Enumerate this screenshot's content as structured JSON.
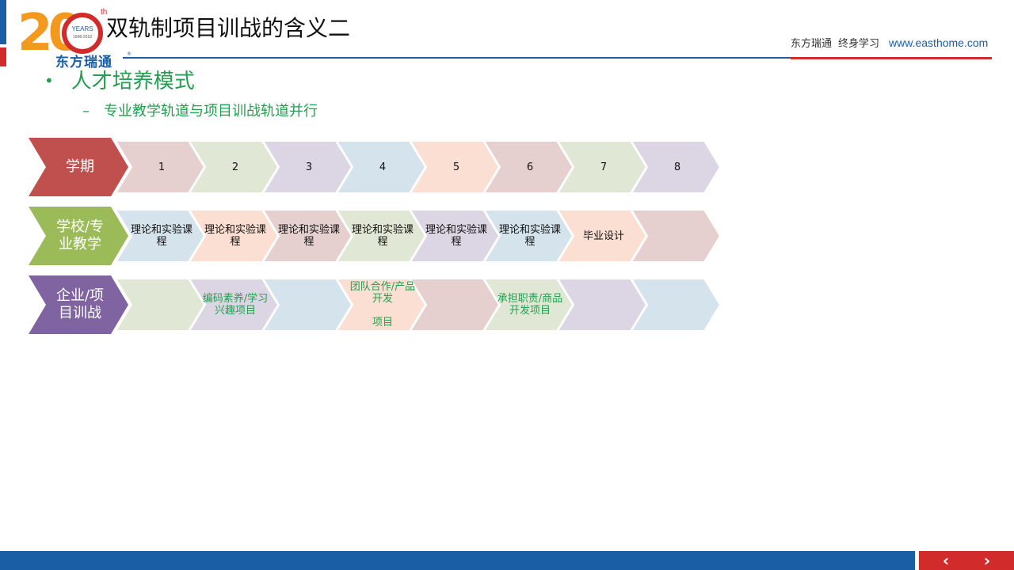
{
  "header": {
    "title": "双轨制项目训战的含义二",
    "company": "东方瑞通",
    "slogan": "终身学习",
    "url": "www.easthome.com"
  },
  "logo": {
    "number": "20",
    "superscript": "th",
    "years": "YEARS",
    "range": "1998-2018",
    "name": "东方瑞通",
    "reg": "®"
  },
  "content": {
    "bullet_l1": "人才培养模式",
    "bullet_l1_marker": "•",
    "bullet_l2": "专业教学轨道与项目训战轨道并行",
    "bullet_l2_marker": "–"
  },
  "diagram": {
    "rows": [
      {
        "header": "学期",
        "header_color": "#c0504d",
        "cells": [
          {
            "text": "1",
            "color": "#e6d0cf"
          },
          {
            "text": "2",
            "color": "#e0e8d5"
          },
          {
            "text": "3",
            "color": "#dcd6e4"
          },
          {
            "text": "4",
            "color": "#d5e4ec"
          },
          {
            "text": "5",
            "color": "#fbdfd2"
          },
          {
            "text": "6",
            "color": "#e6d0cf"
          },
          {
            "text": "7",
            "color": "#e0e8d5"
          },
          {
            "text": "8",
            "color": "#dcd6e4"
          }
        ]
      },
      {
        "header": "学校/专业教学",
        "header_color": "#9bbb59",
        "cells": [
          {
            "text": "理论和实验课程",
            "color": "#d5e4ec"
          },
          {
            "text": "理论和实验课程",
            "color": "#fbdfd2"
          },
          {
            "text": "理论和实验课程",
            "color": "#e6d0cf"
          },
          {
            "text": "理论和实验课程",
            "color": "#e0e8d5"
          },
          {
            "text": "理论和实验课程",
            "color": "#dcd6e4"
          },
          {
            "text": "理论和实验课程",
            "color": "#d5e4ec"
          },
          {
            "text": "毕业设计",
            "color": "#fbdfd2"
          },
          {
            "text": "",
            "color": "#e6d0cf"
          }
        ]
      },
      {
        "header": "企业/项目训战",
        "header_color": "#8064a2",
        "cells": [
          {
            "text": "",
            "color": "#e0e8d5"
          },
          {
            "text": "编码素养/学习兴趣项目",
            "color": "#dcd6e4"
          },
          {
            "text": "",
            "color": "#d5e4ec"
          },
          {
            "text": "团队合作/产品开发\n\n项目",
            "color": "#fbdfd2"
          },
          {
            "text": "",
            "color": "#e6d0cf"
          },
          {
            "text": "承担职责/商品开发项目",
            "color": "#e0e8d5"
          },
          {
            "text": "",
            "color": "#dcd6e4"
          },
          {
            "text": "",
            "color": "#d5e4ec"
          }
        ]
      }
    ]
  },
  "footer": {
    "prev_icon": "‹",
    "next_icon": "›"
  }
}
